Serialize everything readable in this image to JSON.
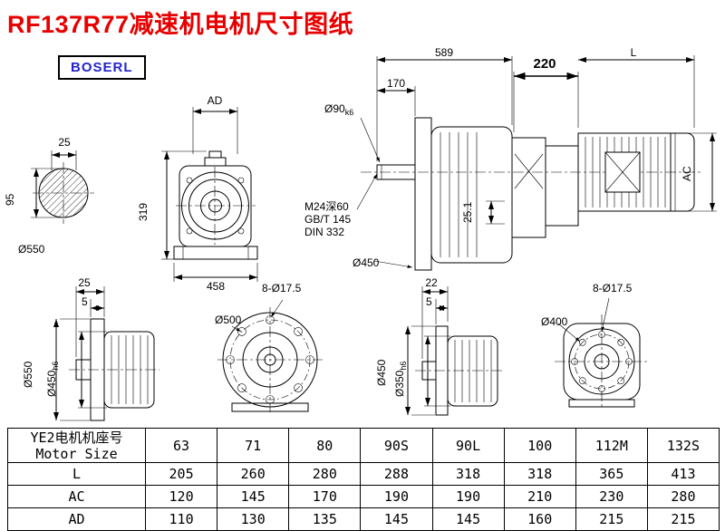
{
  "page": {
    "title": "RF137R77减速机电机尺寸图纸",
    "logo": "BOSERL"
  },
  "labels": {
    "shaft_section": {
      "width": "25",
      "height": "95",
      "dia": "Ø550"
    },
    "front_view": {
      "ad": "AD",
      "height": "319",
      "width": "458"
    },
    "main_view": {
      "overall": "589",
      "shaft_len": "170",
      "shaft_dia": "Ø90",
      "shaft_dia_tol": "k6",
      "tap1": "M24深60",
      "tap2": "GB/T 145",
      "tap3": "DIN 332",
      "flange_dia": "Ø450",
      "key_height": "25.1",
      "adapter_len": "220",
      "motor_len": "L",
      "motor_ac": "AC"
    },
    "flange_side_1": {
      "d1": "25",
      "d2": "5",
      "outer_dia": "Ø550",
      "spigot_dia": "Ø450",
      "spigot_tol": "h6"
    },
    "flange_front_1": {
      "holes": "8-Ø17.5",
      "bolt_circle": "Ø500"
    },
    "flange_side_2": {
      "d1": "22",
      "d2": "5",
      "outer_dia": "Ø450",
      "spigot_dia": "Ø350",
      "spigot_tol": "h6"
    },
    "flange_front_2": {
      "holes": "8-Ø17.5",
      "bolt_circle": "Ø400"
    }
  },
  "table": {
    "header_cn": "YE2电机机座号",
    "header_en": "Motor Size",
    "sizes": [
      "63",
      "71",
      "80",
      "90S",
      "90L",
      "100",
      "112M",
      "132S"
    ],
    "rows": [
      {
        "label": "L",
        "values": [
          "205",
          "260",
          "280",
          "288",
          "318",
          "318",
          "365",
          "413"
        ]
      },
      {
        "label": "AC",
        "values": [
          "120",
          "145",
          "170",
          "190",
          "190",
          "210",
          "230",
          "280"
        ]
      },
      {
        "label": "AD",
        "values": [
          "110",
          "130",
          "135",
          "145",
          "145",
          "160",
          "215",
          "215"
        ]
      }
    ]
  }
}
